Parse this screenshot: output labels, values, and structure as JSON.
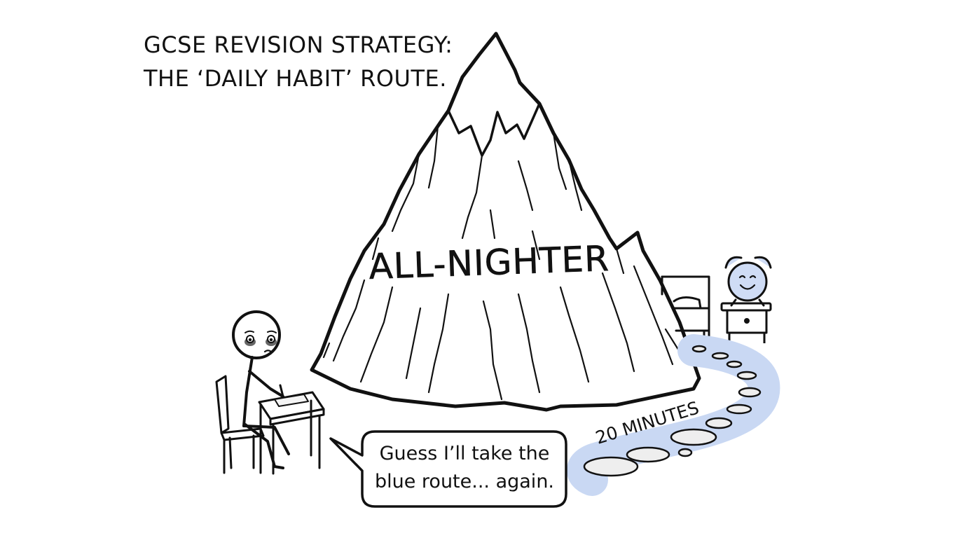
{
  "title": {
    "line1": "GCSE REVISION STRATEGY:",
    "line2": "THE ‘DAILY HABIT’ ROUTE."
  },
  "mountain": {
    "label": "ALL-NIGHTER"
  },
  "route": {
    "label": "20 MINUTES"
  },
  "speech_bubble": {
    "line1": "Guess I’ll take the",
    "line2": "blue route... again."
  },
  "colors": {
    "ink": "#111111",
    "route_blue": "#c9d8f3",
    "stone_fill": "#eeeeee",
    "clock_blue": "#cfdcf5"
  },
  "icons": {
    "clock": "alarm-clock-icon",
    "bed": "bed-icon",
    "nightstand": "nightstand-icon"
  }
}
